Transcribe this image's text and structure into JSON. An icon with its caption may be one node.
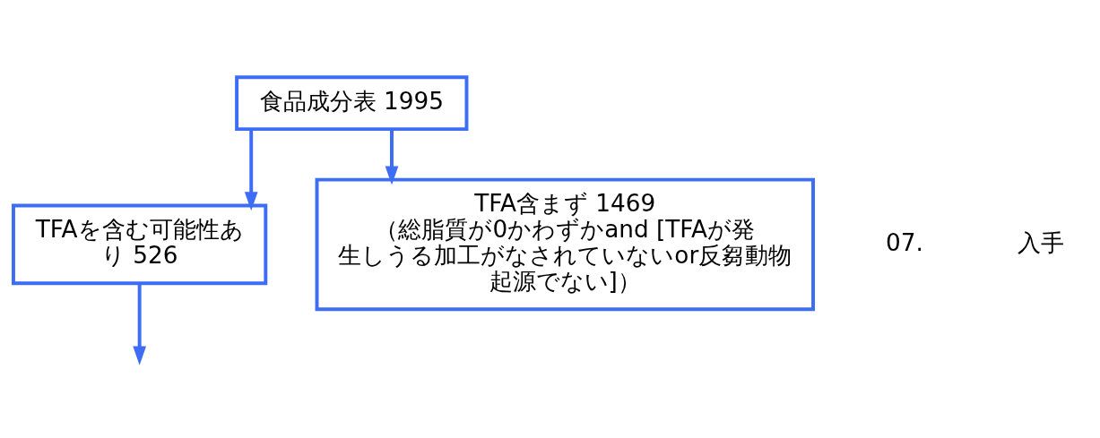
{
  "diagram": {
    "nodes": [
      {
        "text": [
          "食品成分表 1995"
        ]
      },
      {
        "text": [
          "TFAを含む可能性あり 526"
        ]
      },
      {
        "text": [
          "TFA含まず 1469",
          "（総脂質が0かわずかand [TFAが発生しうる加工がなされていないor反芻動物起源でない]）"
        ]
      }
    ],
    "edges": [
      {
        "from": 0,
        "to": 1,
        "arrow": "to"
      },
      {
        "from": 0,
        "to": 2,
        "arrow": "to"
      },
      {
        "from": 1,
        "to": null,
        "arrow": "to"
      }
    ],
    "labels": [
      "07.",
      "入手"
    ]
  }
}
